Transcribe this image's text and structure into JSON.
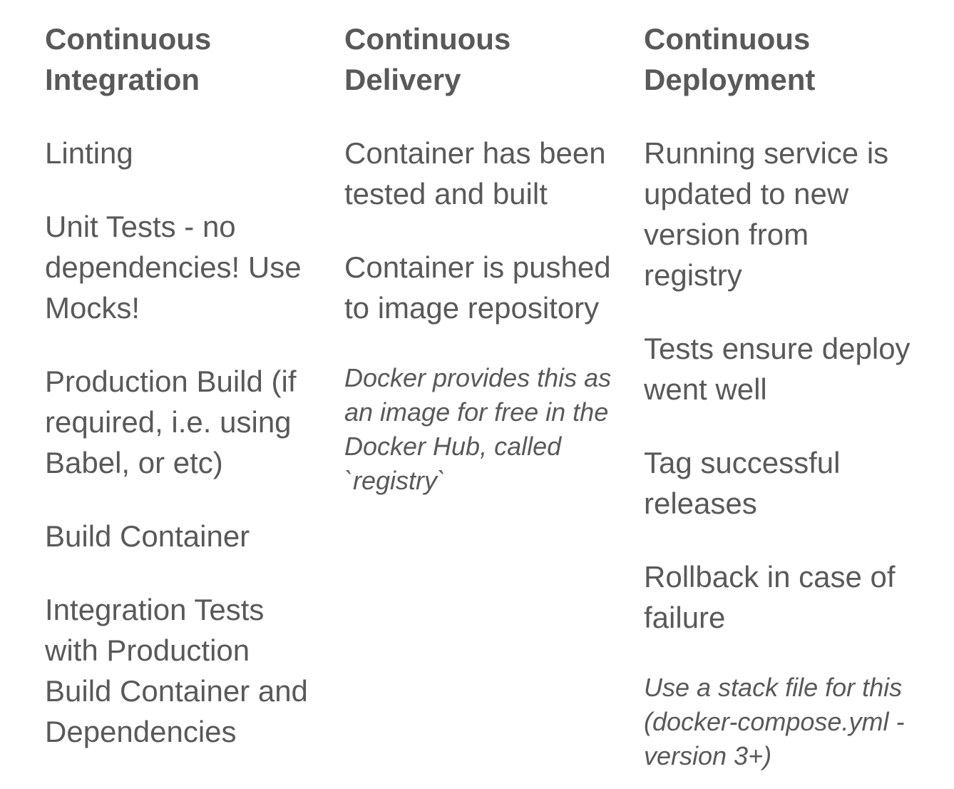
{
  "page": {
    "background_color": "#ffffff",
    "text_color": "#595959"
  },
  "columns": [
    {
      "header": "Continuous\nIntegration",
      "items": [
        {
          "text": "Linting",
          "style": "normal"
        },
        {
          "text": "Unit Tests - no\ndependencies! Use\nMocks!",
          "style": "normal"
        },
        {
          "text": "Production Build (if\nrequired, i.e. using\nBabel, or etc)",
          "style": "normal"
        },
        {
          "text": "Build Container",
          "style": "normal"
        },
        {
          "text": "Integration Tests\nwith Production\nBuild Container and\nDependencies",
          "style": "normal"
        }
      ]
    },
    {
      "header": "Continuous\nDelivery",
      "items": [
        {
          "text": "Container has been\ntested and built",
          "style": "normal"
        },
        {
          "text": "Container is pushed\nto image repository",
          "style": "normal"
        },
        {
          "text": "Docker provides this as\nan image for free in the\nDocker Hub, called\n`registry`",
          "style": "italic"
        }
      ]
    },
    {
      "header": "Continuous\nDeployment",
      "items": [
        {
          "text": "Running service is\nupdated to new\nversion from\nregistry",
          "style": "normal"
        },
        {
          "text": "Tests ensure deploy\nwent well",
          "style": "normal"
        },
        {
          "text": "Tag successful\nreleases",
          "style": "normal"
        },
        {
          "text": "Rollback in case of\nfailure",
          "style": "normal"
        },
        {
          "text": "Use a stack file for this\n(docker-compose.yml -\nversion 3+)",
          "style": "italic"
        }
      ]
    }
  ]
}
